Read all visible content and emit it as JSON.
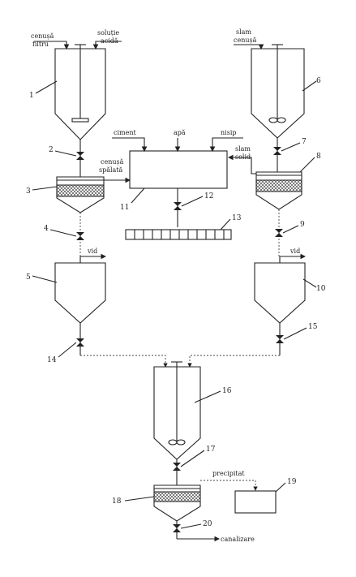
{
  "diagram": {
    "inputs": {
      "cenusa_filtru_1": "cenușă",
      "cenusa_filtru_2": "filtru",
      "solutie_acida_1": "soluție",
      "solutie_acida_2": "acidă",
      "slam_cenusa_1": "slam",
      "slam_cenusa_2": "cenușă",
      "ciment": "ciment",
      "apa": "apă",
      "nisip": "nisip",
      "cenusa_spalata_1": "cenușă",
      "cenusa_spalata_2": "spălată",
      "slam_solid_1": "slam",
      "slam_solid_2": "solid",
      "vid_left": "vid",
      "vid_right": "vid",
      "precipitat": "precipitat",
      "canalizare": "canalizare"
    },
    "numbers": {
      "n1": "1",
      "n2": "2",
      "n3": "3",
      "n4": "4",
      "n5": "5",
      "n6": "6",
      "n7": "7",
      "n8": "8",
      "n9": "9",
      "n10": "10",
      "n11": "11",
      "n12": "12",
      "n13": "13",
      "n14": "14",
      "n15": "15",
      "n16": "16",
      "n17": "17",
      "n18": "18",
      "n19": "19",
      "n20": "20"
    }
  }
}
